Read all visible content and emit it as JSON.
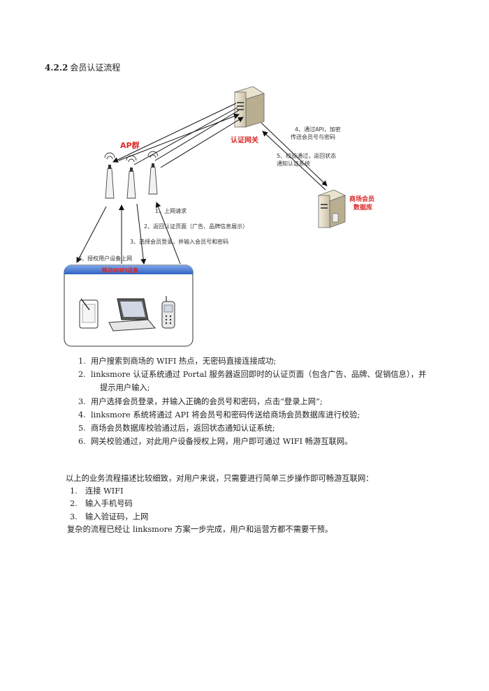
{
  "section": {
    "number": "4.2.2",
    "title": "会员认证流程"
  },
  "diagram": {
    "ap_group_label": "AP群",
    "gateway_label": "认证网关",
    "db_label_line1": "商场会员",
    "db_label_line2": "数据库",
    "device_group_label": "移动WIFI设备",
    "flow_1": "1、上网请求",
    "flow_2": "2、返回认证页面（广告、品牌信息展示）",
    "flow_3": "3、选择会员登录，并输入会员号和密码",
    "flow_4_line1": "4、通过API，加密",
    "flow_4_line2": "传送会员号与密码",
    "flow_5_line1": "5、校验通过，返回状态",
    "flow_5_line2": "通知认证系统",
    "flow_6": "6、授权用户设备上网"
  },
  "steps": [
    {
      "n": "1.",
      "text": "用户搜索到商场的 WIFI 热点，无密码直接连接成功;"
    },
    {
      "n": "2.",
      "text": "linksmore 认证系统通过 Portal 服务器返回即时的认证页面（包含广告、品牌、促销信息），并",
      "text2": "提示用户输入;"
    },
    {
      "n": "3.",
      "text": "用户选择会员登录，并输入正确的会员号和密码，点击“登录上网”;"
    },
    {
      "n": "4.",
      "text": "linksmore 系统将通过 API 将会员号和密码传送给商场会员数据库进行校验;"
    },
    {
      "n": "5.",
      "text": "商场会员数据库校验通过后，返回状态通知认证系统;"
    },
    {
      "n": "6.",
      "text": "网关校验通过，对此用户设备授权上网，用户即可通过 WIFI 畅游互联网。"
    }
  ],
  "summary": {
    "intro": "以上的业务流程描述比较细致，对用户来说，只需要进行简单三步操作即可畅游互联网：",
    "items": [
      {
        "n": "1.",
        "text": "连接 WIFI"
      },
      {
        "n": "2.",
        "text": "输入手机号码"
      },
      {
        "n": "3.",
        "text": "输入验证码，上网"
      }
    ],
    "closing": "复杂的流程已经让 linksmore 方案一步完成，用户和运营方都不需要干预。"
  }
}
